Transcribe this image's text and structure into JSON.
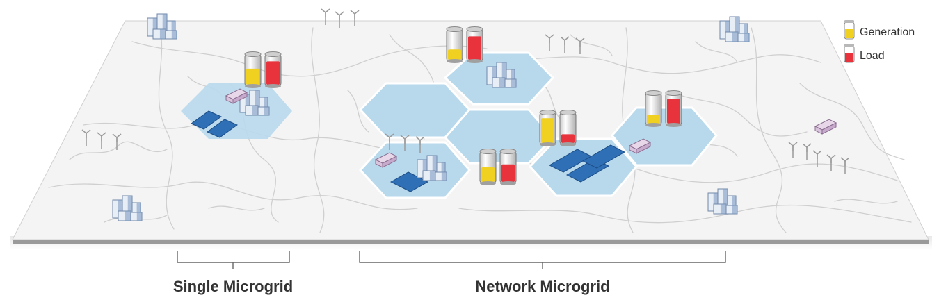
{
  "legend": {
    "generation_label": "Generation",
    "load_label": "Load"
  },
  "captions": {
    "single": "Single Microgrid",
    "network": "Network Microgrid"
  },
  "colors": {
    "generation": "#f0d020",
    "load": "#e8323c",
    "hex_fill": "#b8d9ec",
    "solar": "#2f6fb5",
    "plane": "#f4f4f4",
    "roads": "#cfcfcf",
    "edge": "#9a9a9a"
  },
  "microgrid_gauges": [
    {
      "id": "single",
      "generation_level": 0.55,
      "load_level": 0.8
    },
    {
      "id": "network-top",
      "generation_level": 0.35,
      "load_level": 0.8
    },
    {
      "id": "network-center",
      "generation_level": 0.85,
      "load_level": 0.3
    },
    {
      "id": "network-right",
      "generation_level": 0.3,
      "load_level": 0.85
    },
    {
      "id": "network-bottom",
      "generation_level": 0.5,
      "load_level": 0.6
    }
  ]
}
